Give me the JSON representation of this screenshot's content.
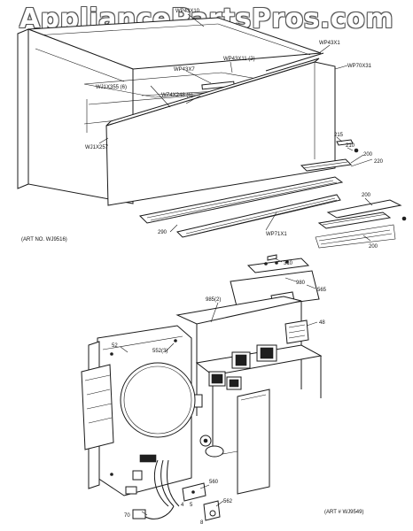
{
  "watermark": "AppliancePartsPros.com",
  "art_top": "(ART NO. WJ9516)",
  "art_bottom": "(ART # WJ9549)",
  "callouts_top": {
    "wp43x10": "WP43X10",
    "wp43x11": "WP43X11 (2)",
    "wp43x7": "WP43X7",
    "wj1x355": "WJ1X355 (6)",
    "wz4x248": "WZ4X248 (6)",
    "wp43x1": "WP43X1",
    "wp70x31": "WP70X31",
    "wj1x257": "WJ1X257",
    "wp71x1": "WP71X1",
    "n215": "215",
    "n210": "210",
    "n200a": "200",
    "n220": "220",
    "n290": "290",
    "n200b": "200",
    "n200c": "200"
  },
  "callouts_bottom": {
    "n310": "310",
    "n980": "980",
    "n565": "565",
    "n48": "48",
    "n52": "52",
    "n552": "552(3)",
    "n985": "985(2)",
    "n560": "560",
    "n562": "562",
    "n4": "4",
    "n5": "5",
    "n8": "8",
    "n70": "70"
  }
}
